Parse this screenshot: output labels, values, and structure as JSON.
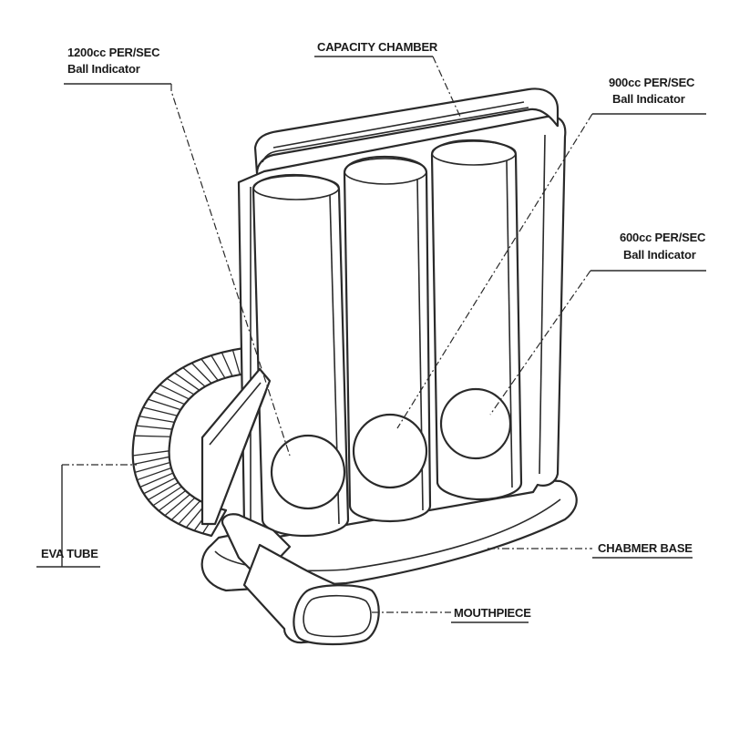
{
  "labels": {
    "ball_1200": {
      "line1": "1200cc PER/SEC",
      "line2": "Ball Indicator"
    },
    "capacity_chamber": "CAPACITY CHAMBER",
    "ball_900": {
      "line1": "900cc PER/SEC",
      "line2": "Ball Indicator"
    },
    "ball_600": {
      "line1": "600cc PER/SEC",
      "line2": "Ball Indicator"
    },
    "eva_tube": "EVA TUBE",
    "chamber_base": "CHABMER BASE",
    "mouthpiece": "MOUTHPIECE"
  },
  "colors": {
    "line": "#2a2a2a",
    "fill": "#ffffff",
    "text": "#1a1a1a"
  }
}
